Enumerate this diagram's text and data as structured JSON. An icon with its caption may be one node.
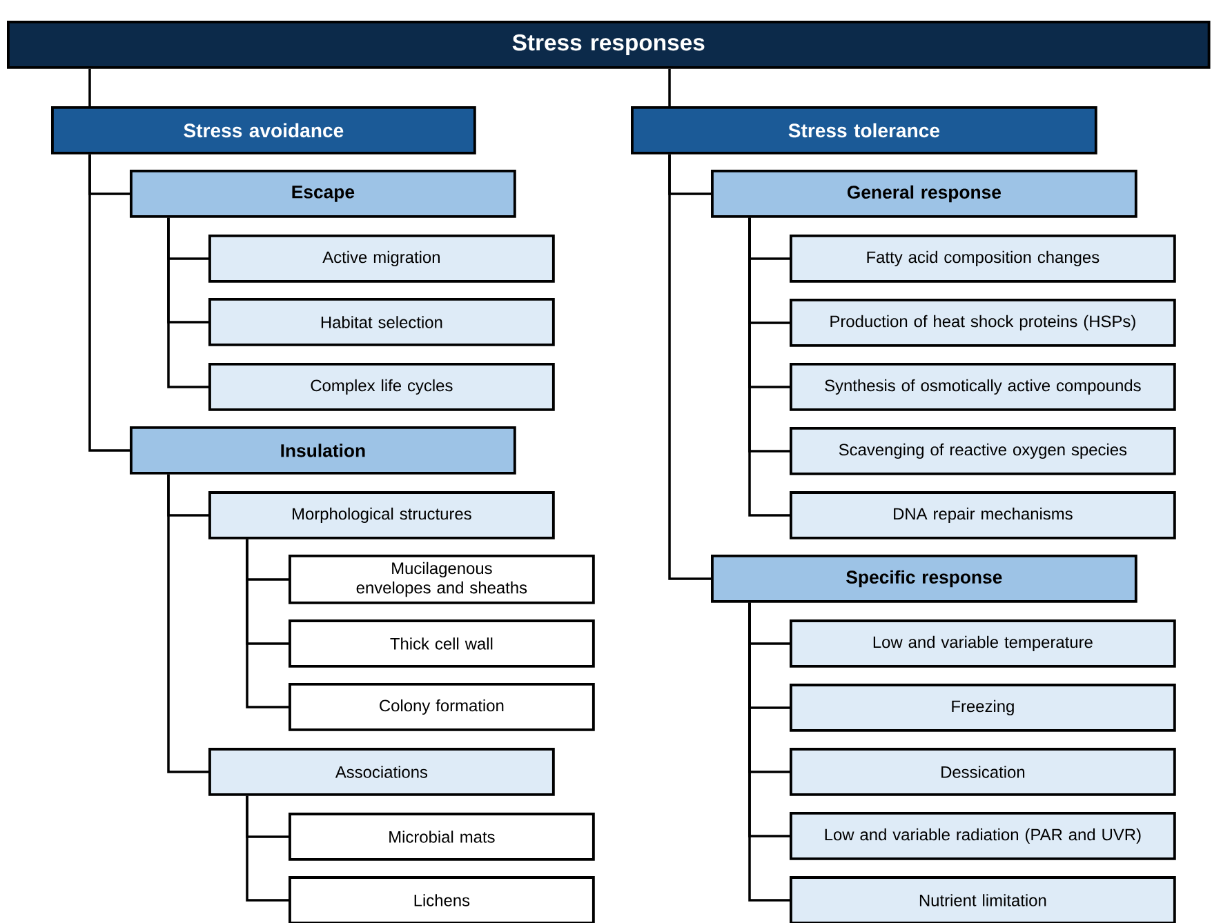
{
  "diagram": {
    "nodes": [
      {
        "text": [
          "Stress responses"
        ]
      },
      {
        "text": [
          "Stress avoidance"
        ]
      },
      {
        "text": [
          "Escape"
        ]
      },
      {
        "text": [
          "Active migration"
        ]
      },
      {
        "text": [
          "Habitat selection"
        ]
      },
      {
        "text": [
          "Complex life cycles"
        ]
      },
      {
        "text": [
          "Insulation"
        ]
      },
      {
        "text": [
          "Morphological structures"
        ]
      },
      {
        "text": [
          "Mucilagenous envelopes and sheaths"
        ]
      },
      {
        "text": [
          "Thick cell wall"
        ]
      },
      {
        "text": [
          "Colony formation"
        ]
      },
      {
        "text": [
          "Associations"
        ]
      },
      {
        "text": [
          "Microbial mats"
        ]
      },
      {
        "text": [
          "Lichens"
        ]
      },
      {
        "text": [
          "Stress tolerance"
        ]
      },
      {
        "text": [
          "General response"
        ]
      },
      {
        "text": [
          "Fatty acid composition changes"
        ]
      },
      {
        "text": [
          "Production of heat shock proteins (HSPs)"
        ]
      },
      {
        "text": [
          "Synthesis of osmotically active compounds"
        ]
      },
      {
        "text": [
          "Scavenging of reactive oxygen species"
        ]
      },
      {
        "text": [
          "DNA repair mechanisms"
        ]
      },
      {
        "text": [
          "Specific response"
        ]
      },
      {
        "text": [
          "Low and variable temperature"
        ]
      },
      {
        "text": [
          "Freezing"
        ]
      },
      {
        "text": [
          "Dessication"
        ]
      },
      {
        "text": [
          "Low and variable radiation (PAR and UVR)"
        ]
      },
      {
        "text": [
          "Nutrient limitation"
        ]
      }
    ],
    "edges": [
      {
        "from": 0,
        "to": 1,
        "arrow": "none"
      },
      {
        "from": 1,
        "to": 2,
        "arrow": "none"
      },
      {
        "from": 2,
        "to": 3,
        "arrow": "none"
      },
      {
        "from": 2,
        "to": 4,
        "arrow": "none"
      },
      {
        "from": 2,
        "to": 5,
        "arrow": "none"
      },
      {
        "from": 1,
        "to": 6,
        "arrow": "none"
      },
      {
        "from": 6,
        "to": 7,
        "arrow": "none"
      },
      {
        "from": 7,
        "to": 8,
        "arrow": "none"
      },
      {
        "from": 7,
        "to": 9,
        "arrow": "none"
      },
      {
        "from": 7,
        "to": 10,
        "arrow": "none"
      },
      {
        "from": 6,
        "to": 11,
        "arrow": "none"
      },
      {
        "from": 11,
        "to": 12,
        "arrow": "none"
      },
      {
        "from": 11,
        "to": 13,
        "arrow": "none"
      },
      {
        "from": 0,
        "to": 14,
        "arrow": "none"
      },
      {
        "from": 14,
        "to": 15,
        "arrow": "none"
      },
      {
        "from": 15,
        "to": 16,
        "arrow": "none"
      },
      {
        "from": 15,
        "to": 17,
        "arrow": "none"
      },
      {
        "from": 15,
        "to": 18,
        "arrow": "none"
      },
      {
        "from": 15,
        "to": 19,
        "arrow": "none"
      },
      {
        "from": 15,
        "to": 20,
        "arrow": "none"
      },
      {
        "from": 14,
        "to": 21,
        "arrow": "none"
      },
      {
        "from": 21,
        "to": 22,
        "arrow": "none"
      },
      {
        "from": 21,
        "to": 23,
        "arrow": "none"
      },
      {
        "from": 21,
        "to": 24,
        "arrow": "none"
      },
      {
        "from": 21,
        "to": 25,
        "arrow": "none"
      },
      {
        "from": 21,
        "to": 26,
        "arrow": "none"
      }
    ]
  }
}
